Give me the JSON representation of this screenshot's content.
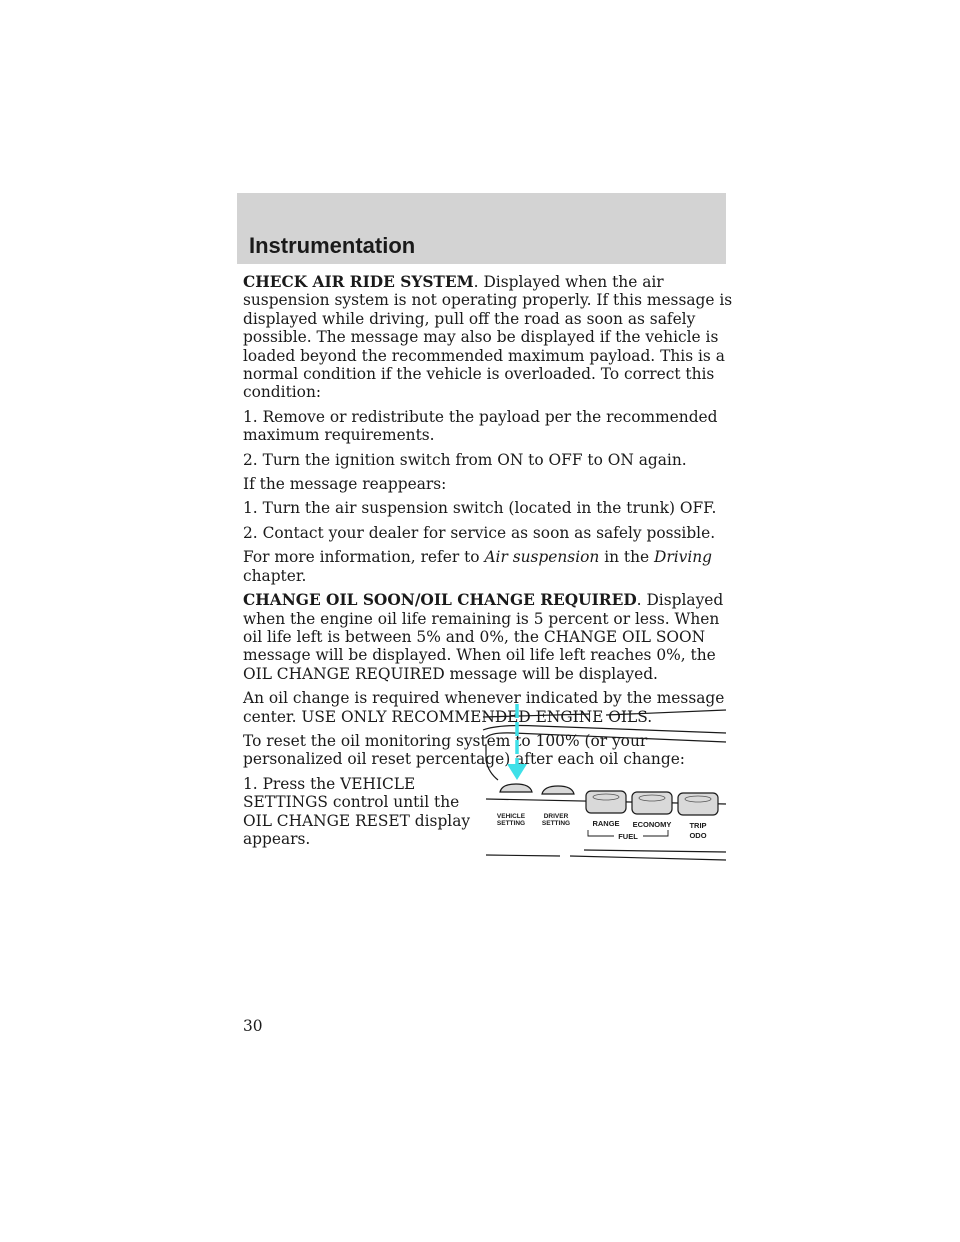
{
  "header": {
    "title": "Instrumentation"
  },
  "sections": {
    "air_ride": {
      "term": "CHECK AIR RIDE SYSTEM",
      "text": ". Displayed when the air suspension system is not operating properly. If this message is displayed while driving, pull off the road as soon as safely possible. The message may also be displayed if the vehicle is loaded beyond the recommended maximum payload. This is a normal condition if the vehicle is overloaded. To correct this condition:",
      "step1": "1. Remove or redistribute the payload per the recommended maximum requirements.",
      "step2": "2. Turn the ignition switch from ON to OFF to ON again.",
      "reappears": "If the message reappears:",
      "step3": "1. Turn the air suspension switch (located in the trunk) OFF.",
      "step4": "2. Contact your dealer for service as soon as safely possible.",
      "ref_prefix": "For more information, refer to ",
      "ref_topic": "Air suspension",
      "ref_mid": " in the ",
      "ref_chapter": "Driving",
      "ref_suffix": " chapter."
    },
    "oil": {
      "term": "CHANGE OIL SOON/OIL CHANGE REQUIRED",
      "text": ". Displayed when the engine oil life remaining is 5 percent or less. When oil life left is between 5% and 0%, the CHANGE OIL SOON message will be displayed. When oil life left reaches 0%, the OIL CHANGE REQUIRED message will be displayed.",
      "required": "An oil change is required whenever indicated by the message center. USE ONLY RECOMMENDED ENGINE OILS.",
      "reset_intro": "To reset the oil monitoring system to 100% (or your personalized oil reset percentage) after each oil change:",
      "step1": "1. Press the VEHICLE SETTINGS control until the OIL CHANGE RESET display appears."
    }
  },
  "figure": {
    "vehicle_setting_1": "VEHICLE",
    "vehicle_setting_2": "SETTING",
    "driver_setting_1": "DRIVER",
    "driver_setting_2": "SETTING",
    "range": "RANGE",
    "economy": "ECONOMY",
    "fuel": "FUEL",
    "trip": "TRIP",
    "odo": "ODO",
    "arrow_color": "#3ee0e8"
  },
  "page_number": "30"
}
